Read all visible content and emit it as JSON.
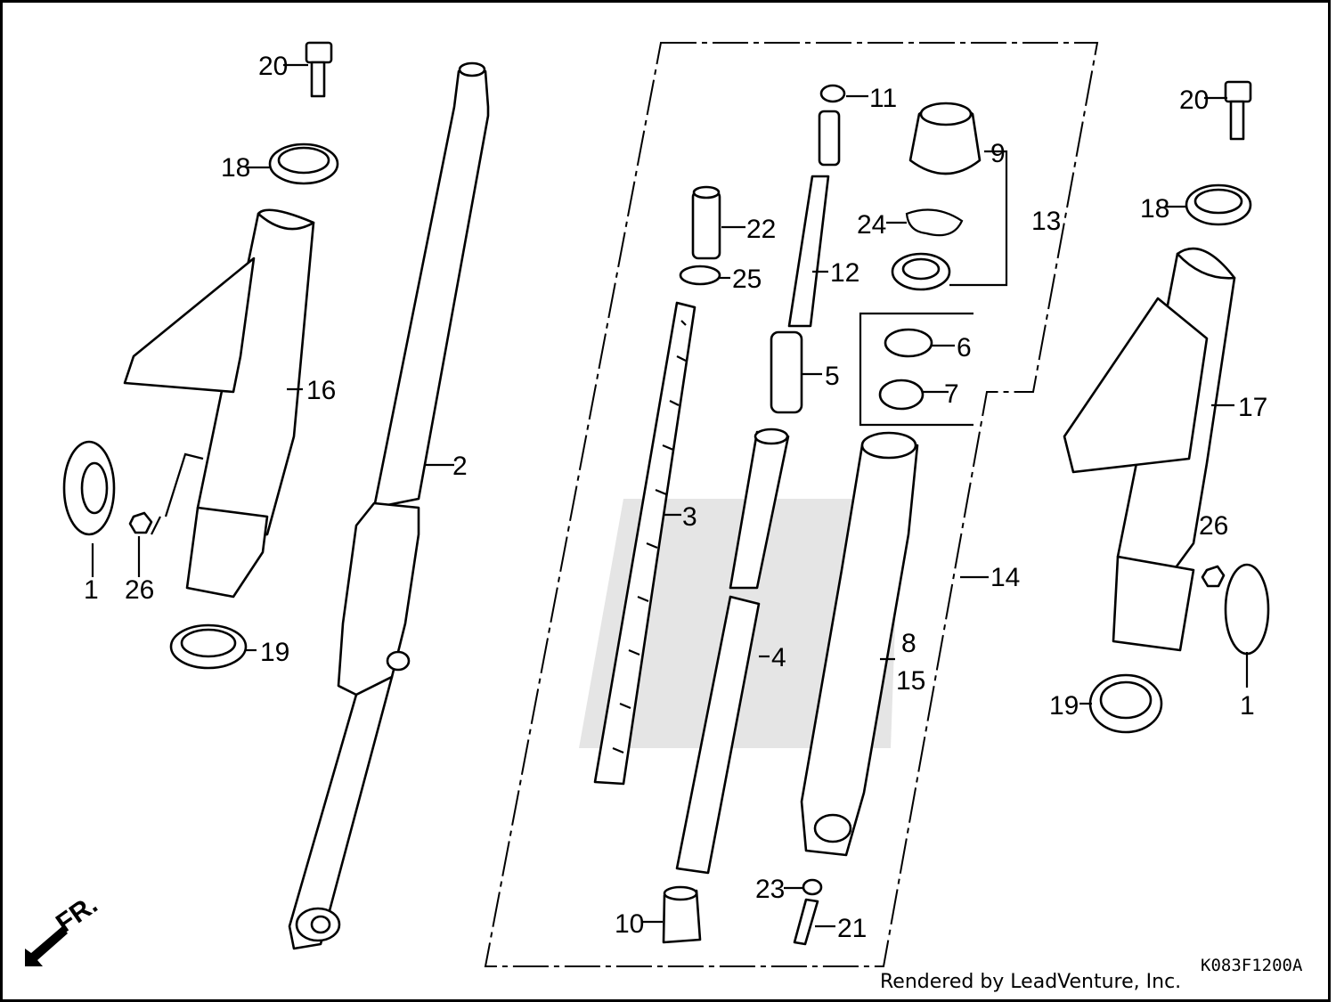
{
  "diagram": {
    "callouts": [
      {
        "id": "c20a",
        "label": "20"
      },
      {
        "id": "c18a",
        "label": "18"
      },
      {
        "id": "c16",
        "label": "16"
      },
      {
        "id": "c1a",
        "label": "1"
      },
      {
        "id": "c26a",
        "label": "26"
      },
      {
        "id": "c19a",
        "label": "19"
      },
      {
        "id": "c2",
        "label": "2"
      },
      {
        "id": "c3",
        "label": "3"
      },
      {
        "id": "c22",
        "label": "22"
      },
      {
        "id": "c25",
        "label": "25"
      },
      {
        "id": "c11",
        "label": "11"
      },
      {
        "id": "c12",
        "label": "12"
      },
      {
        "id": "c5",
        "label": "5"
      },
      {
        "id": "c4",
        "label": "4"
      },
      {
        "id": "c10",
        "label": "10"
      },
      {
        "id": "c9",
        "label": "9"
      },
      {
        "id": "c24",
        "label": "24"
      },
      {
        "id": "c13",
        "label": "13"
      },
      {
        "id": "c6",
        "label": "6"
      },
      {
        "id": "c7",
        "label": "7"
      },
      {
        "id": "c14",
        "label": "14"
      },
      {
        "id": "c8",
        "label": "8"
      },
      {
        "id": "c15",
        "label": "15"
      },
      {
        "id": "c23",
        "label": "23"
      },
      {
        "id": "c21",
        "label": "21"
      },
      {
        "id": "c20b",
        "label": "20"
      },
      {
        "id": "c18b",
        "label": "18"
      },
      {
        "id": "c17",
        "label": "17"
      },
      {
        "id": "c26b",
        "label": "26"
      },
      {
        "id": "c1b",
        "label": "1"
      },
      {
        "id": "c19b",
        "label": "19"
      }
    ],
    "direction_label": "FR.",
    "diagram_code": "K083F1200A",
    "credit": "Rendered by LeadVenture, Inc."
  }
}
